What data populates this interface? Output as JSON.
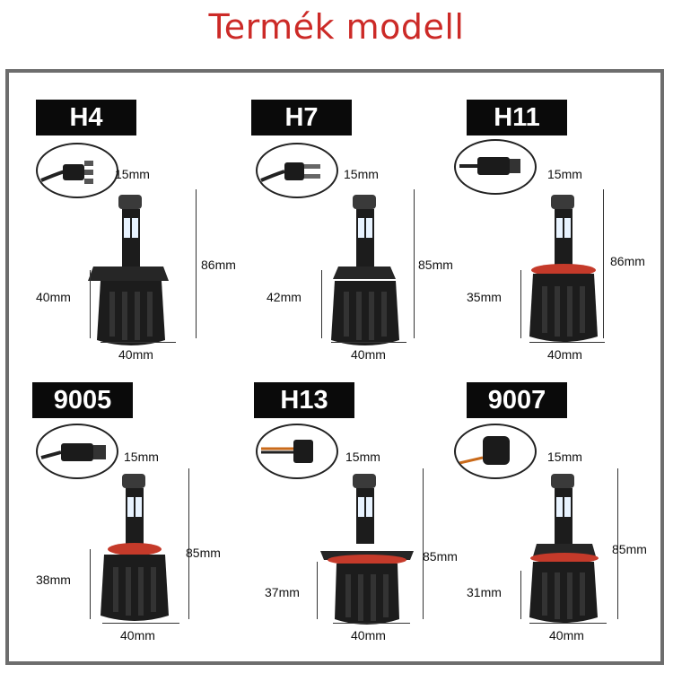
{
  "title": "Termék modell",
  "colors": {
    "title": "#cc2a27",
    "frame": "#6d6d6d",
    "label_bg": "#0a0a0a",
    "bulb_body": "#1c1c1c",
    "led": "#e8f3ff",
    "ring": "#c53a2a"
  },
  "models": [
    {
      "name": "H4",
      "top_width": "15mm",
      "height": "86mm",
      "base_height": "40mm",
      "base_width": "40mm",
      "plug_icon": "h4-plug-icon",
      "ring": false
    },
    {
      "name": "H7",
      "top_width": "15mm",
      "height": "85mm",
      "base_height": "42mm",
      "base_width": "40mm",
      "plug_icon": "h7-plug-icon",
      "ring": false
    },
    {
      "name": "H11",
      "top_width": "15mm",
      "height": "86mm",
      "base_height": "35mm",
      "base_width": "40mm",
      "plug_icon": "h11-plug-icon",
      "ring": true
    },
    {
      "name": "9005",
      "top_width": "15mm",
      "height": "85mm",
      "base_height": "38mm",
      "base_width": "40mm",
      "plug_icon": "9005-plug-icon",
      "ring": true
    },
    {
      "name": "H13",
      "top_width": "15mm",
      "height": "85mm",
      "base_height": "37mm",
      "base_width": "40mm",
      "plug_icon": "h13-plug-icon",
      "ring": true
    },
    {
      "name": "9007",
      "top_width": "15mm",
      "height": "85mm",
      "base_height": "31mm",
      "base_width": "40mm",
      "plug_icon": "9007-plug-icon",
      "ring": true
    }
  ]
}
